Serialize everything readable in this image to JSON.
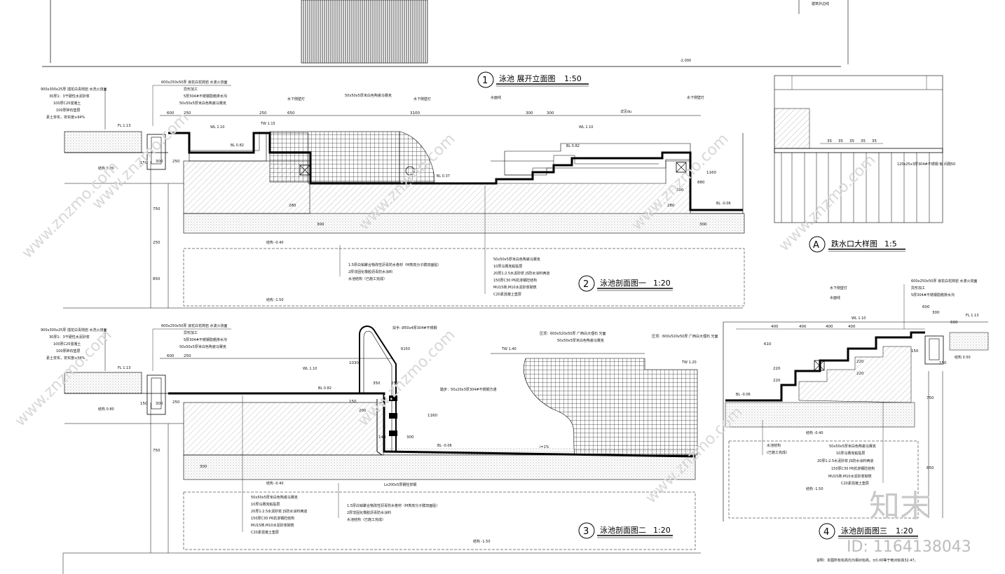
{
  "top": {
    "edge_label": "建筑外边线",
    "level": "-2.000"
  },
  "detail1": {
    "number": "1",
    "title": "泳池  展开立面图",
    "scale": "1:50",
    "labels": [
      "水下侧壁灯",
      "50x50x5厚米白色陶瓷马赛克",
      "水下侧壁灯",
      "水面线",
      "水下侧壁灯",
      "详见du"
    ],
    "left_spec": [
      "900x300x25厚 插花白青岗岩 水洗火烧面",
      "30厚1：3干硬性水泥砂浆",
      "100厚C20混凝土",
      "100厚碎石垫层",
      "素土夯实，夯实度≥94%"
    ],
    "callout_top": [
      "600x250x50厚 浪花白花岗岩 水波火烧面",
      "异形加工",
      "5厚304#不锈钢隐檐排水沟",
      "50x50x5厚米白色陶瓷马赛克"
    ],
    "dims": [
      "600",
      "250",
      "650",
      "3100",
      "300",
      "300",
      "150",
      "300",
      "250",
      "750",
      "250",
      "850",
      "280",
      "280",
      "300",
      "880",
      "1160",
      "300",
      "200"
    ],
    "levels": [
      "FL 1.13",
      "WL 1.10",
      "TW 1.15",
      "BL 0.82",
      "BL 0.37",
      "WL 1.10",
      "BL 0.82",
      "BL -0.06",
      "结构 0.80",
      "结构 -0.40",
      "结构 -1.50"
    ],
    "notes_a": [
      "1.5厚白铂聚合物改性沥青防水卷材（M类高分子膜双面贴）",
      "2厚非固化橡胶沥青防水涂料",
      "水池结构（已施工完成）"
    ],
    "notes_b": [
      "50x50x5厚米白色陶瓷马赛克",
      "10厚马赛克粘贴层",
      "20厚1:2.5水泥砂浆 JS防水涂料两道",
      "150厚C30 P6抗渗钢砼结构",
      "MU15砖,M10水泥砂浆砌筑",
      "C20素混凝土垫层"
    ]
  },
  "detailA": {
    "letter": "A",
    "title": "跌水口大样图",
    "scale": "1:5",
    "dims": [
      "35",
      "35",
      "35",
      "35",
      "35"
    ],
    "label": "120x25x3厚304#不锈钢 板 间隔50"
  },
  "detail2": {
    "number": "2",
    "title": "泳池剖面图一",
    "scale": "1:20"
  },
  "detail3": {
    "number": "3",
    "title": "泳池剖面图二",
    "scale": "1:20",
    "labels": [
      "扶手: Ø50x4厚304#不锈钢",
      "R150",
      "压顶：600x520x50厚 广西白大理石 光面",
      "50x50x5厚米白色陶瓷马赛克",
      "压顶：600x520x50厚 广西白大理石 光面",
      "踏步：50x20x3厚304#不锈钢方通",
      "Lx200x5厚钢柱抓钢"
    ],
    "left_spec": [
      "900x300x25厚 插花白青岗岩 水洗火烧面",
      "30厚1：3干硬性水泥砂浆",
      "100厚C20混凝土",
      "100厚碎石垫层",
      "素土夯实，夯实度≥94%"
    ],
    "callout_top": [
      "600x250x50厚 浪花白花岗岩 水波火烧面",
      "异形加工",
      "5厚304#不锈钢隐檐排水沟",
      "50x50x5厚米白色陶瓷马赛克"
    ],
    "dims": [
      "600",
      "250",
      "250",
      "150",
      "300",
      "750",
      "300",
      "1030",
      "350",
      "250",
      "200",
      "150",
      "1160",
      "140",
      "300"
    ],
    "levels": [
      "FL 1.13",
      "WL 1.10",
      "BL 0.82",
      "TW 1.40",
      "TW 1.20",
      "BL -0.06",
      "i=1%",
      "结构 0.80",
      "结构 -0.40",
      "结构 -1.50"
    ],
    "notes_a": [
      "50x50x5厚米白色陶瓷马赛克",
      "10厚马赛克粘贴层",
      "20厚1:2.5水泥砂浆 JS防水涂料两道",
      "150厚C30 P6抗渗钢砼结构",
      "MU15砖,M10水泥砂浆砌筑",
      "C20素混凝土垫层"
    ],
    "notes_b": [
      "1.5厚白铂聚合物改性沥青防水卷材（M类高分子膜双面贴）",
      "2厚非固化橡胶沥青防水涂料",
      "水池结构（已施工完成）"
    ]
  },
  "detail4": {
    "number": "4",
    "title": "泳池剖面图三",
    "scale": "1:20",
    "labels": [
      "水下侧壁灯",
      "水面线",
      "FL 1.13",
      "WL 1.10",
      "BL -0.06",
      "结构 0.50",
      "结构 -0.40",
      "结构 -1.50"
    ],
    "callout_top": [
      "600x250x50厚 浪花白花岗岩 水波火烧面",
      "异形加工",
      "5厚304#不锈钢隐檐排水沟"
    ],
    "dims": [
      "400",
      "400",
      "400",
      "400",
      "600",
      "300",
      "600",
      "220",
      "220",
      "220",
      "220",
      "610",
      "750",
      "850",
      "150",
      "150"
    ],
    "notes": [
      "水池结构",
      "(已施工完成)",
      "50x50x5厚米白色陶瓷马赛克",
      "10厚马赛克粘贴层",
      "20厚1:2.5水泥砂浆 JS防水涂料两道",
      "150厚C30 P6抗渗钢砼结构",
      "MU15砖,M10水泥砂浆砌筑",
      "C20素混凝土垫层"
    ],
    "footnote": "说明：本图所有标高均为相对标高，±0.00等于绝对标高32.47。"
  },
  "watermark": {
    "brand": "知末",
    "id": "ID: 1164138043",
    "site": "www.znzmo.com"
  }
}
